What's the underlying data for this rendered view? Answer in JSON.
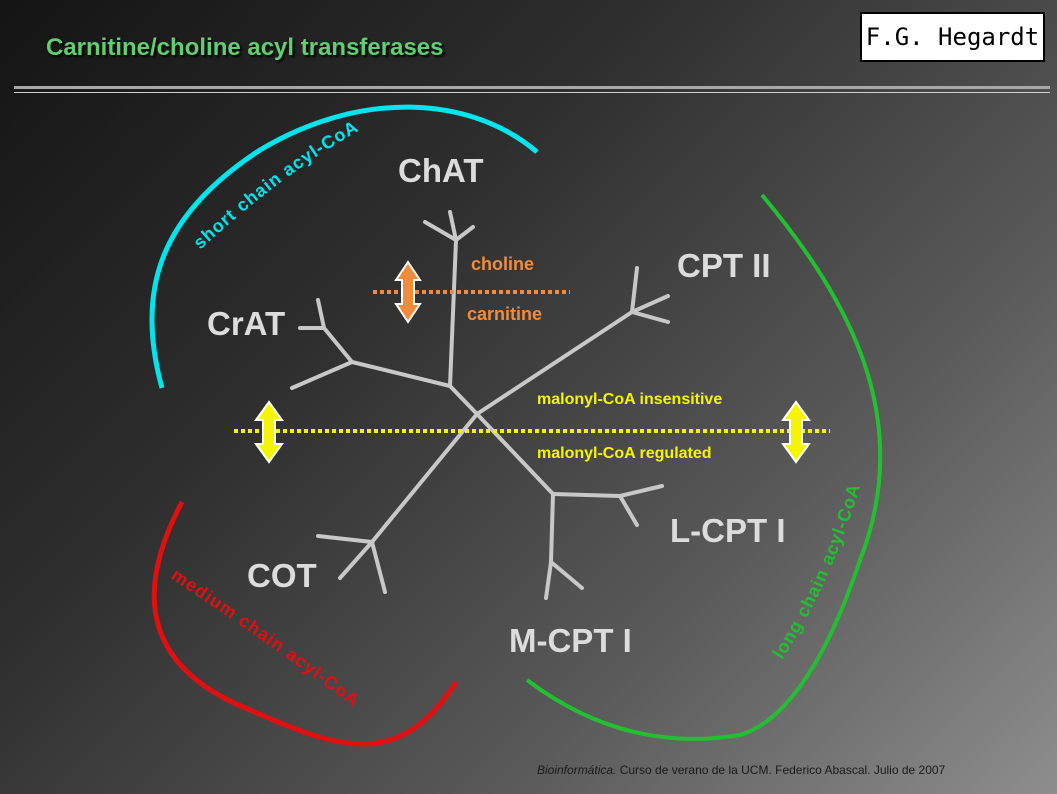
{
  "title": "Carnitine/choline acyl transferases",
  "author": "F.G. Hegardt",
  "enzymes": {
    "chat": "ChAT",
    "crat": "CrAT",
    "cpt2": "CPT II",
    "lcpt1": "L-CPT I",
    "mcpt1": "M-CPT I",
    "cot": "COT"
  },
  "substrates": {
    "choline": "choline",
    "carnitine": "carnitine"
  },
  "malonyl": {
    "insensitive": "malonyl-CoA insensitive",
    "regulated": "malonyl-CoA regulated"
  },
  "groups": {
    "short": "short chain acyl-CoA",
    "medium": "medium chain acyl-CoA",
    "long": "long chain acyl-CoA"
  },
  "footer": {
    "italic": "Bioinformática.",
    "rest": " Curso de verano de la UCM. Federico Abascal. Julio de 2007"
  },
  "colors": {
    "title": "#5fd070",
    "short_arc": "#00e5ee",
    "medium_arc": "#e01010",
    "long_arc": "#22c030",
    "tree": "#c8c8c8",
    "substrate_divider": "#f08c3c",
    "malonyl_divider": "#f5f500"
  }
}
